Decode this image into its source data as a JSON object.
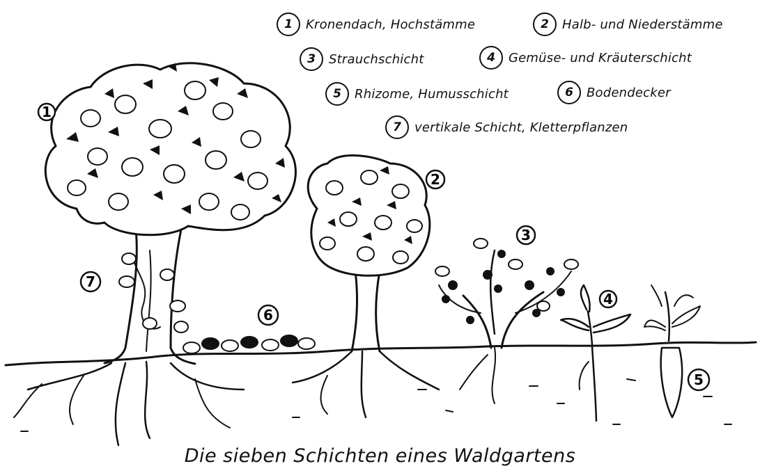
{
  "legend": {
    "items": [
      {
        "number": "1",
        "label": "Kronendach, Hochstämme"
      },
      {
        "number": "2",
        "label": "Halb- und Niederstämme"
      },
      {
        "number": "3",
        "label": "Strauchschicht"
      },
      {
        "number": "4",
        "label": "Gemüse- und Kräuterschicht"
      },
      {
        "number": "5",
        "label": "Rhizome, Humusschicht"
      },
      {
        "number": "6",
        "label": "Bodendecker"
      },
      {
        "number": "7",
        "label": "vertikale Schicht, Kletterpflanzen"
      }
    ]
  },
  "markers": {
    "m1": "1",
    "m2": "2",
    "m3": "3",
    "m4": "4",
    "m5": "5",
    "m6": "6",
    "m7": "7"
  },
  "caption": "Die sieben Schichten eines Waldgartens"
}
